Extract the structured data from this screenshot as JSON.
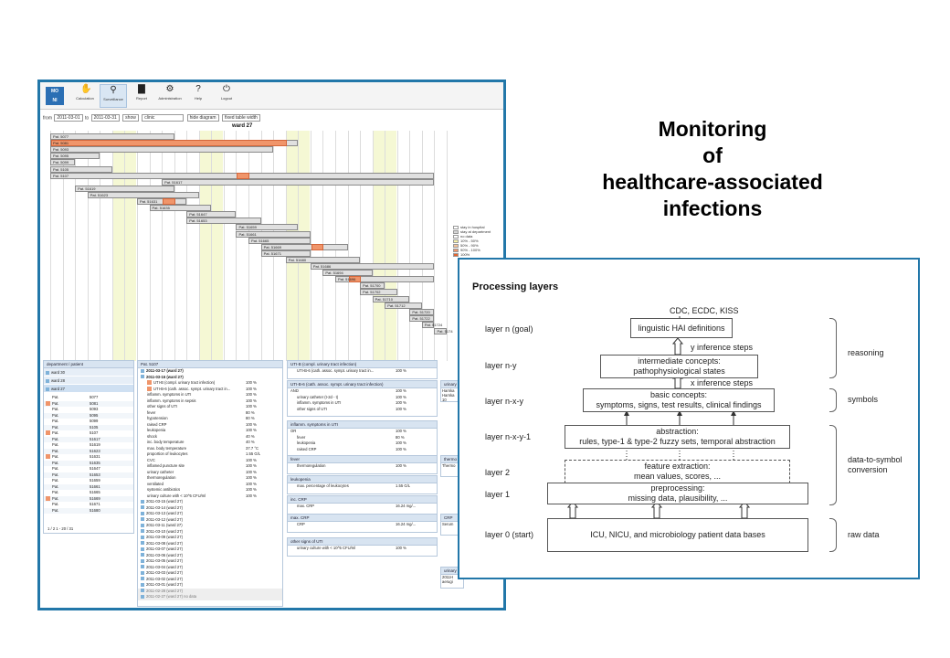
{
  "title": [
    "Monitoring",
    "of",
    "healthcare-associated",
    "infections"
  ],
  "screenshot": {
    "logo": [
      "MO",
      "NI"
    ],
    "toolbar": [
      {
        "label": "Calculation",
        "icon": "chart-hand-icon"
      },
      {
        "label": "Surveillance",
        "icon": "magnifier-icon"
      },
      {
        "label": "Report",
        "icon": "bar-chart-icon"
      },
      {
        "label": "Administration",
        "icon": "gear-icon"
      },
      {
        "label": "Help",
        "icon": "question-icon"
      },
      {
        "label": "Logout",
        "icon": "power-icon"
      }
    ],
    "filter": {
      "from_label": "from",
      "from_value": "2011-03-01",
      "to_label": "to",
      "to_value": "2011-03-31",
      "show_label": "show",
      "select_value": "clinic",
      "hide_diagram_label": "hide diagram",
      "fixed_table_label": "fixed table width"
    },
    "ward_title": "ward 27",
    "gantt_bars": [
      {
        "label": "Pat. 5077"
      },
      {
        "label": "Pat. 5081"
      },
      {
        "label": "Pat. 5093"
      },
      {
        "label": "Pat. 5095"
      },
      {
        "label": "Pat. 5099"
      },
      {
        "label": "Pat. 5105"
      },
      {
        "label": "Pat. 5107"
      },
      {
        "label": "Pat. 51617"
      },
      {
        "label": "Pat. 51619"
      },
      {
        "label": "Pat. 51623"
      },
      {
        "label": "Pat. 51631"
      },
      {
        "label": "Pat. 51635"
      },
      {
        "label": "Pat. 51647"
      },
      {
        "label": "Pat. 51653"
      },
      {
        "label": "Pat. 51659"
      },
      {
        "label": "Pat. 51661"
      },
      {
        "label": "Pat. 51665"
      },
      {
        "label": "Pat. 51669"
      },
      {
        "label": "Pat. 51671"
      },
      {
        "label": "Pat. 51680"
      },
      {
        "label": "Pat. 51686"
      },
      {
        "label": "Pat. 51694"
      },
      {
        "label": "Pat. 51696"
      },
      {
        "label": "Pat. 51700"
      },
      {
        "label": "Pat. 51702"
      },
      {
        "label": "Pat. 51710"
      },
      {
        "label": "Pat. 51712"
      },
      {
        "label": "Pat. 51720"
      },
      {
        "label": "Pat. 51722"
      },
      {
        "label": "Pat. 51724"
      },
      {
        "label": "Pat. 5174"
      }
    ],
    "legend": [
      {
        "label": "stay in hospital",
        "color": "#ffffff"
      },
      {
        "label": "stay at department",
        "color": "#d8d8d8"
      },
      {
        "label": "no data",
        "color": "#ffffff"
      },
      {
        "label": "10% - 50%",
        "color": "#f7f2a8"
      },
      {
        "label": "50% - 90%",
        "color": "#f6c39a"
      },
      {
        "label": "90% - 100%",
        "color": "#f0956a"
      },
      {
        "label": "100%",
        "color": "#e4642e"
      }
    ],
    "dept_panel": {
      "header": "department / patient",
      "wards": [
        "ward 30",
        "ward 28",
        "ward 27"
      ],
      "patients": [
        [
          "Pat.",
          "5077"
        ],
        [
          "Pat.",
          "5081"
        ],
        [
          "Pat.",
          "5093"
        ],
        [
          "Pat.",
          "5095"
        ],
        [
          "Pat.",
          "5099"
        ],
        [
          "Pat.",
          "5105"
        ],
        [
          "Pat.",
          "5107"
        ],
        [
          "Pat.",
          "51617"
        ],
        [
          "Pat.",
          "51619"
        ],
        [
          "Pat.",
          "51623"
        ],
        [
          "Pat.",
          "51631"
        ],
        [
          "Pat.",
          "51635"
        ],
        [
          "Pat.",
          "51647"
        ],
        [
          "Pat.",
          "51653"
        ],
        [
          "Pat.",
          "51659"
        ],
        [
          "Pat.",
          "51661"
        ],
        [
          "Pat.",
          "51665"
        ],
        [
          "Pat.",
          "51669"
        ],
        [
          "Pat.",
          "51671"
        ],
        [
          "Pat.",
          "51680"
        ]
      ],
      "pager": "1 / 2   1 - 20 / 31"
    },
    "patient_panel": {
      "header": "Pat. 5107",
      "top_rows": [
        {
          "text": "2011-03-17 (ward 27)",
          "value": ""
        },
        {
          "text": "2011-03-16 (ward 27)",
          "value": ""
        },
        {
          "text": "UTI-B (compl. urinary tract infection)",
          "value": "100 %"
        },
        {
          "text": "UTI-B-6 (cath. assoc. sympt. urinary tract in...",
          "value": "100 %"
        },
        {
          "text": "inflamm. symptoms in UTI",
          "value": "100 %"
        },
        {
          "text": "inflamm. symptoms in sepsis",
          "value": "100 %"
        },
        {
          "text": "other signs of UTI",
          "value": "100 %"
        },
        {
          "text": "fever",
          "value": "80 %"
        },
        {
          "text": "hypotension",
          "value": "80 %"
        },
        {
          "text": "raised CRP",
          "value": "100 %"
        },
        {
          "text": "leukopenia",
          "value": "100 %"
        },
        {
          "text": "shock",
          "value": "40 %"
        },
        {
          "text": "inc. body temperature",
          "value": "40 %"
        },
        {
          "text": "max. body temperature",
          "value": "37.7 °C"
        },
        {
          "text": "proportion of leukocytes",
          "value": "1.55 G/L"
        },
        {
          "text": "CVC",
          "value": "100 %"
        },
        {
          "text": "inflamed puncture site",
          "value": "100 %"
        },
        {
          "text": "urinary catheter",
          "value": "100 %"
        },
        {
          "text": "thermoregulation",
          "value": "100 %"
        },
        {
          "text": "ventilated",
          "value": "100 %"
        },
        {
          "text": "systemic antibiotics",
          "value": "100 %"
        },
        {
          "text": "urinary culture with < 10^5 CFU/ml",
          "value": "100 %"
        }
      ],
      "date_rows": [
        "2011-03-15 (ward 27)",
        "2011-03-14 (ward 27)",
        "2011-03-13 (ward 27)",
        "2011-03-12 (ward 27)",
        "2011-03-11 (ward 27)",
        "2011-03-10 (ward 27)",
        "2011-03-09 (ward 27)",
        "2011-03-08 (ward 27)",
        "2011-03-07 (ward 27)",
        "2011-03-06 (ward 27)",
        "2011-03-05 (ward 27)",
        "2011-03-04 (ward 27)",
        "2011-03-03 (ward 27)",
        "2011-03-02 (ward 27)",
        "2011-03-01 (ward 27)",
        "2011-02-28 (ward 27)",
        "2011-02-27 (ward 27) no data"
      ]
    },
    "concept_panels": [
      {
        "header": "UTI-B (compl. urinary tract infection)",
        "rows": [
          [
            "UTI-B-6 (cath. assoc. sympt. urinary tract in...",
            "100 %"
          ]
        ]
      },
      {
        "header": "UTI-B-6 (cath. assoc. sympt. urinary tract infection)",
        "rows": [
          [
            "AND",
            "100 %"
          ],
          [
            "urinary catheter (t-2d - t)",
            "100 %"
          ],
          [
            "inflamm. symptoms in UTI",
            "100 %"
          ],
          [
            "other signs of UTI",
            "100 %"
          ]
        ]
      },
      {
        "header": "inflamm. symptoms in UTI",
        "rows": [
          [
            "OR",
            "100 %"
          ],
          [
            "fever",
            "80 %"
          ],
          [
            "leukopenia",
            "100 %"
          ],
          [
            "raised CRP",
            "100 %"
          ]
        ]
      },
      {
        "header": "fever",
        "rows": [
          [
            "thermoregulation",
            "100 %"
          ]
        ]
      },
      {
        "header": "leukopenia",
        "rows": [
          [
            "max. percentage of leukocytes",
            "1.55 G/L"
          ]
        ]
      },
      {
        "header": "inc. CRP",
        "rows": [
          [
            "max. CRP",
            "16.24 mg/..."
          ]
        ]
      },
      {
        "header": "max. CRP",
        "rows": [
          [
            "CRP",
            "16.24 mg/..."
          ]
        ]
      },
      {
        "header": "other signs of UTI",
        "rows": [
          [
            "urinary culture with < 10^5 CFU/ml",
            "100 %"
          ]
        ]
      }
    ],
    "side_panels": [
      {
        "header": "urinary",
        "body": "Harnka\nHarnka\n10"
      },
      {
        "header": "thermo",
        "body": "Thermo"
      },
      {
        "header": "CRP",
        "body": "Serum"
      },
      {
        "header": "urinary",
        "body": "2011H\naerugi"
      }
    ]
  },
  "processing": {
    "title": "Processing layers",
    "top_label": "CDC, ECDC, KISS",
    "layers": [
      {
        "label": "layer n (goal)",
        "box": "linguistic HAI definitions"
      },
      {
        "label": "layer n-y",
        "box": "intermediate concepts:\npathophysiological states"
      },
      {
        "label": "layer n-x-y",
        "box": "basic concepts:\nsymptoms, signs, test results, clinical findings"
      },
      {
        "label": "layer n-x-y-1",
        "box": "abstraction:\nrules, type-1 & type-2 fuzzy sets, temporal abstraction"
      },
      {
        "label": "layer 2",
        "box": "feature extraction:\nmean values, scores, ..."
      },
      {
        "label": "layer 1",
        "box": "preprocessing:\nmissing data, plausibility, ..."
      },
      {
        "label": "layer 0 (start)",
        "box": "ICU, NICU, and microbiology patient data bases"
      }
    ],
    "steps": [
      "y inference steps",
      "x inference steps"
    ],
    "groups": [
      "reasoning",
      "symbols",
      "data-to-symbol\nconversion",
      "raw data"
    ]
  }
}
